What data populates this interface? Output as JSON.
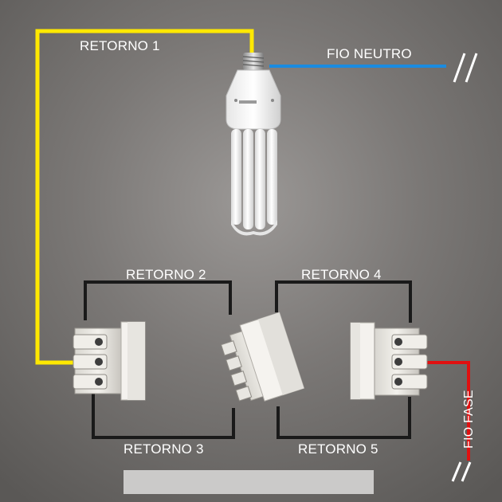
{
  "labels": {
    "retorno_1": "RETORNO 1",
    "fio_neutro": "FIO NEUTRO",
    "retorno_2": "RETORNO 2",
    "retorno_4": "RETORNO 4",
    "retorno_3": "RETORNO 3",
    "retorno_5": "RETORNO 5",
    "fio_fase": "FIO FASE"
  },
  "wire_colors": {
    "retorno_1": "#ffe800",
    "fio_neutro": "#1a8be0",
    "retornos": "#1a1a1a",
    "fio_fase": "#e01010"
  },
  "components": [
    "lamp-icon",
    "three-way-switch-icon",
    "four-way-switch-icon",
    "three-way-switch-icon"
  ]
}
